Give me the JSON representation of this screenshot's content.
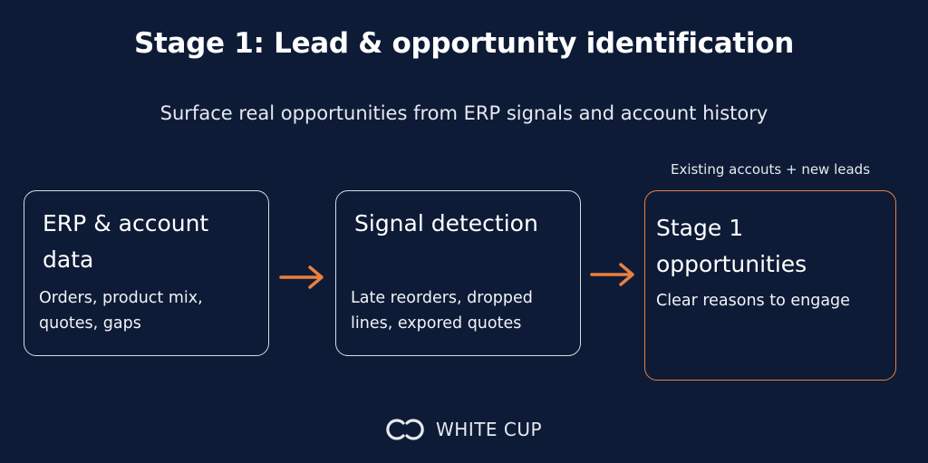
{
  "title": "Stage 1: Lead & opportunity identification",
  "subtitle": "Surface real opportunities from ERP signals and account history",
  "note": "Existing accouts + new leads",
  "boxes": [
    {
      "title": "ERP & account data",
      "text": "Orders, product mix, quotes, gaps"
    },
    {
      "title": "Signal detection",
      "text": "Late reorders, dropped lines, expored quotes"
    },
    {
      "title": "Stage 1 opportunities",
      "text": "Clear reasons to engage"
    }
  ],
  "logo": {
    "text": "WHITE CUP"
  },
  "colors": {
    "background": "#0e1b36",
    "accent": "#e9803f",
    "box_border": "#d7dbe4"
  },
  "icons": {
    "arrow": "right-arrow-icon",
    "logo": "white-cup-logo-icon"
  }
}
